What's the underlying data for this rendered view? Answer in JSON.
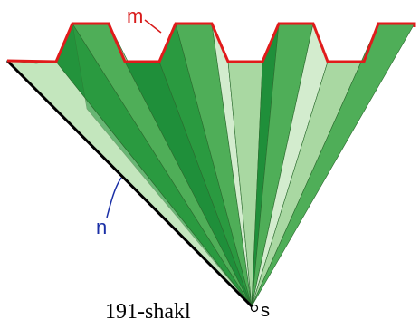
{
  "labels": {
    "m": "m",
    "n": "n",
    "s": "s",
    "caption": "191-shakl"
  },
  "colors": {
    "dark_green": "#1f8f3a",
    "mid_green": "#4fae58",
    "light_green": "#a9d8a2",
    "pale_green": "#d3ecce",
    "top_edge": "#e01b1b",
    "left_edge": "#000000",
    "label_blue": "#1a2fa6",
    "label_red": "#d81b1b"
  }
}
